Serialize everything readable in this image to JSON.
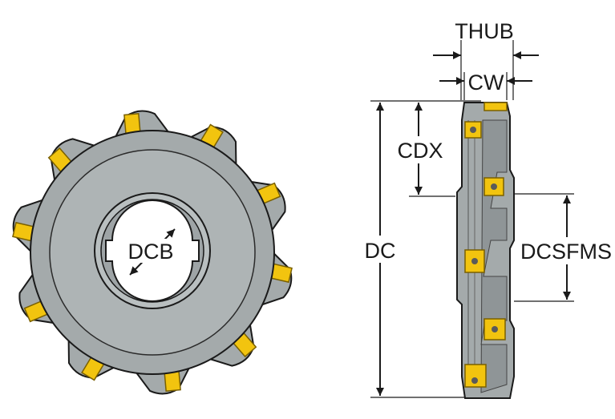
{
  "labels": {
    "thub": "THUB",
    "cw": "CW",
    "cdx": "CDX",
    "dc": "DC",
    "dcsfms": "DCSFMS",
    "dcb": "DCB"
  },
  "colors": {
    "body": "#a4aaab",
    "body_dark": "#8f9597",
    "hub": "#b9bfc0",
    "outline": "#1a1a1a",
    "insert": "#f2c40f",
    "insert_edge": "#7a6000",
    "dimension": "#1a1a1a"
  },
  "cutter": {
    "teeth_count": 10
  }
}
